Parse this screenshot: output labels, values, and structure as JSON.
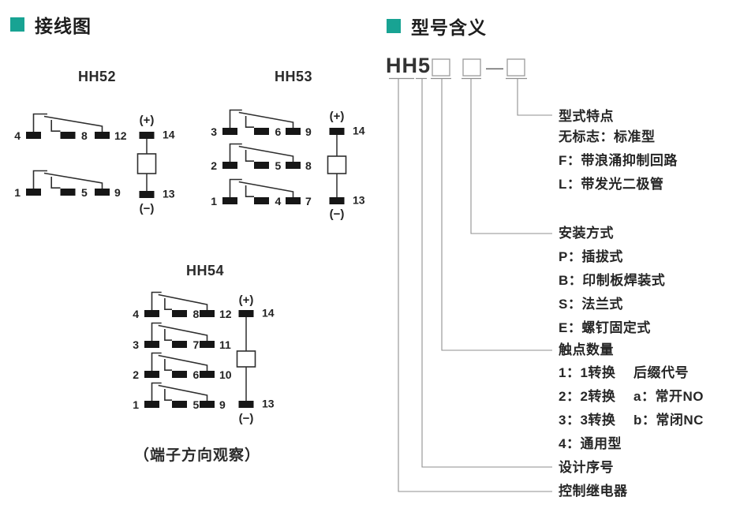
{
  "colors": {
    "accent": "#18A393",
    "diagram_line": "#2e2e2e",
    "terminal_fill": "#161616",
    "leader_line": "#8f8f8f",
    "text": "#232323"
  },
  "sections": {
    "wiring_title": "接线图",
    "model_title": "型号含义"
  },
  "wiring": {
    "caption": "（端子方向观察）",
    "diagrams": [
      {
        "name": "HH52",
        "poles": [
          [
            "4",
            "8",
            "12"
          ],
          [
            "1",
            "5",
            "9"
          ]
        ],
        "coil": {
          "plus": "(+)",
          "minus": "(−)",
          "top_terminal": "14",
          "bottom_terminal": "13"
        }
      },
      {
        "name": "HH53",
        "poles": [
          [
            "3",
            "6",
            "9"
          ],
          [
            "2",
            "5",
            "8"
          ],
          [
            "1",
            "4",
            "7"
          ]
        ],
        "coil": {
          "plus": "(+)",
          "minus": "(−)",
          "top_terminal": "14",
          "bottom_terminal": "13"
        }
      },
      {
        "name": "HH54",
        "poles": [
          [
            "4",
            "8",
            "12"
          ],
          [
            "3",
            "7",
            "11"
          ],
          [
            "2",
            "6",
            "10"
          ],
          [
            "1",
            "5",
            "9"
          ]
        ],
        "coil": {
          "plus": "(+)",
          "minus": "(−)",
          "top_terminal": "14",
          "bottom_terminal": "13"
        }
      }
    ]
  },
  "model": {
    "prefix": "HH5",
    "dash": "—",
    "type_feature": {
      "title": "型式特点",
      "options": [
        "无标志：标准型",
        "F：带浪涌抑制回路",
        "L：带发光二极管"
      ]
    },
    "mounting": {
      "title": "安装方式",
      "options": [
        "P：插拔式",
        "B：印制板焊装式",
        "S：法兰式",
        "E：螺钉固定式"
      ]
    },
    "contacts": {
      "title": "触点数量",
      "options": [
        "1：1转换",
        "2：2转换",
        "3：3转换",
        "4：通用型"
      ]
    },
    "suffix": {
      "title": "后缀代号",
      "options": [
        "a：常开NO",
        "b：常闭NC"
      ]
    },
    "design": {
      "title": "设计序号"
    },
    "relay": {
      "title": "控制继电器"
    }
  }
}
